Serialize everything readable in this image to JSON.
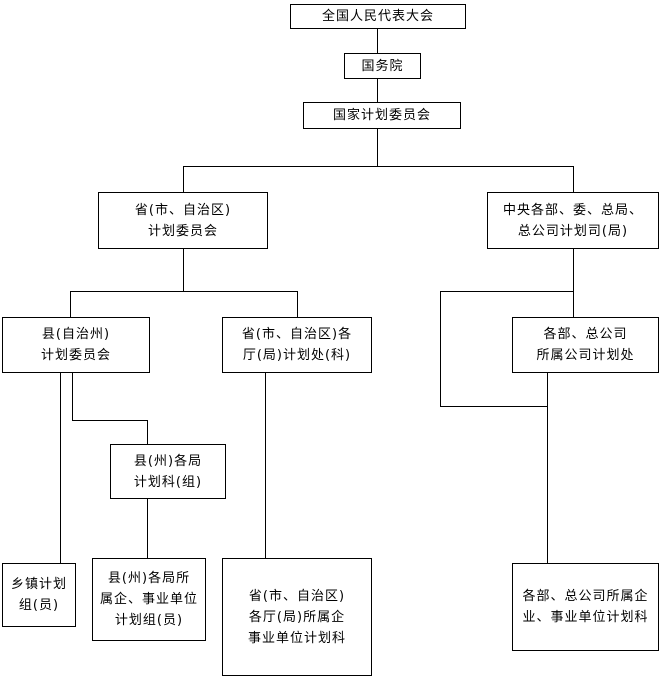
{
  "diagram": {
    "type": "org-chart",
    "language": "zh",
    "nodes": {
      "npc": {
        "l1": "全国人民代表大会"
      },
      "state_council": {
        "l1": "国务院"
      },
      "state_planning": {
        "l1": "国家计划委员会"
      },
      "prov_committee": {
        "l1": "省(市、自治区)",
        "l2": "计划委员会"
      },
      "central_ministries": {
        "l1": "中央各部、委、总局、",
        "l2": "总公司计划司(局)"
      },
      "county_committee": {
        "l1": "县(自治州)",
        "l2": "计划委员会"
      },
      "prov_dept": {
        "l1": "省(市、自治区)各",
        "l2": "厅(局)计划处(科)"
      },
      "ministry_company": {
        "l1": "各部、总公司",
        "l2": "所属公司计划处"
      },
      "county_bureau": {
        "l1": "县(州)各局",
        "l2": "计划科(组)"
      },
      "township": {
        "l1": "乡镇计划",
        "l2": "组(员)"
      },
      "county_enterprise": {
        "l1": "县(州)各局所",
        "l2": "属企、事业单位",
        "l3": "计划组(员)"
      },
      "prov_enterprise": {
        "l1": "省(市、自治区)",
        "l2": "各厅(局)所属企",
        "l3": "事业单位计划科"
      },
      "ministry_enterprise": {
        "l1": "各部、总公司所属企",
        "l2": "业、事业单位计划科"
      }
    },
    "colors": {
      "ink": "#000000",
      "background": "#ffffff"
    }
  }
}
